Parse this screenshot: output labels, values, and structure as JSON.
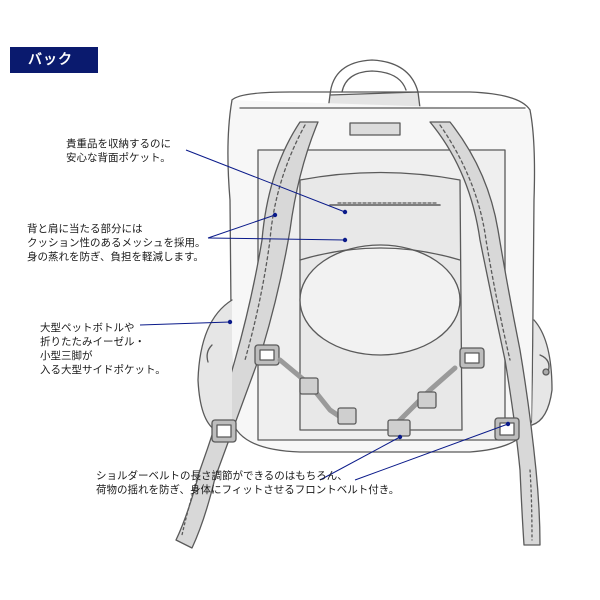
{
  "title": "バック",
  "annotations": {
    "back_pocket": "貴重品を収納するのに\n安心な背面ポケット。",
    "mesh": "背と肩に当たる部分には\nクッション性のあるメッシュを採用。\n身の蒸れを防ぎ、負担を軽減します。",
    "side_pocket": "大型ペットボトルや\n折りたたみイーゼル・\n小型三脚が\n入る大型サイドポケット。",
    "front_belt": "ショルダーベルトの長さ調節ができるのはもちろん、\n荷物の揺れを防ぎ、身体にフィットさせるフロントベルト付き。"
  },
  "colors": {
    "header_bg": "#0a1a6e",
    "leader_line": "#0a1a8a",
    "sketch": "#555555"
  }
}
